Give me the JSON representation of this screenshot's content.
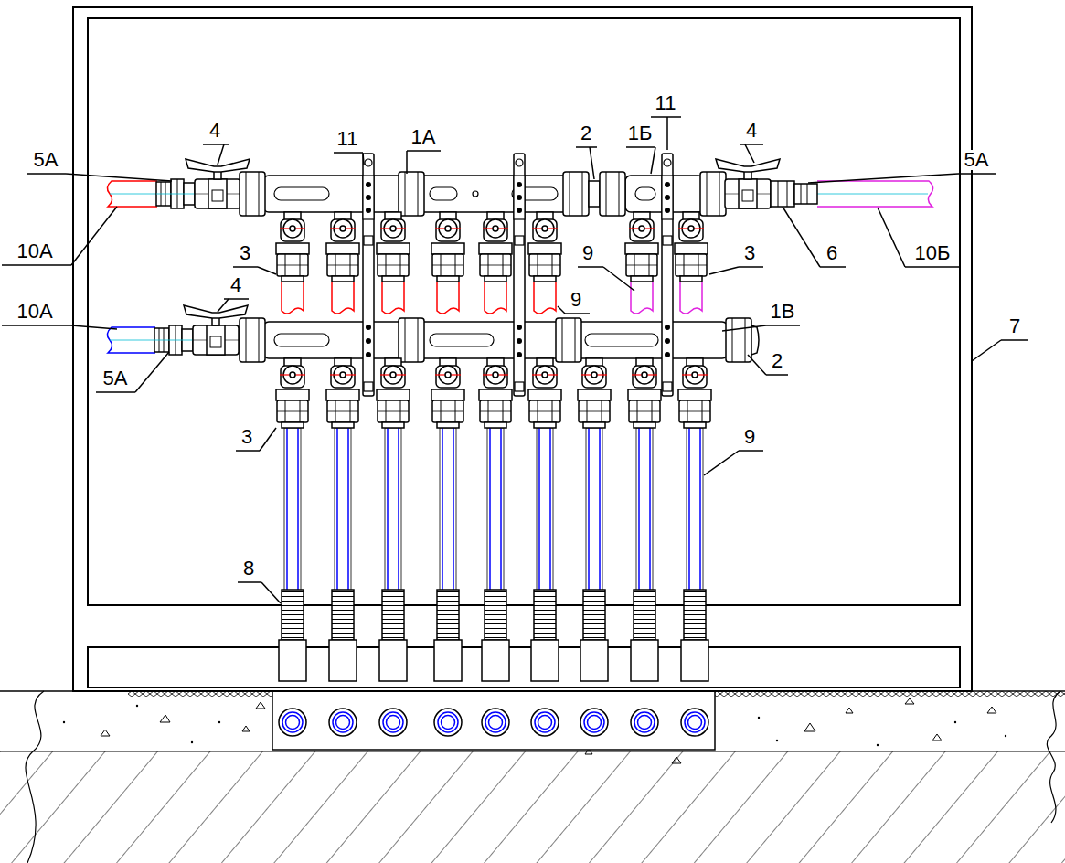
{
  "diagram": {
    "labels": [
      "11",
      "4",
      "11",
      "1А",
      "2",
      "1Б",
      "4",
      "5А",
      "5А",
      "10А",
      "3",
      "9",
      "3",
      "6",
      "10Б",
      "9",
      "10А",
      "4",
      "1В",
      "7",
      "2",
      "5А",
      "3",
      "9",
      "8"
    ]
  }
}
